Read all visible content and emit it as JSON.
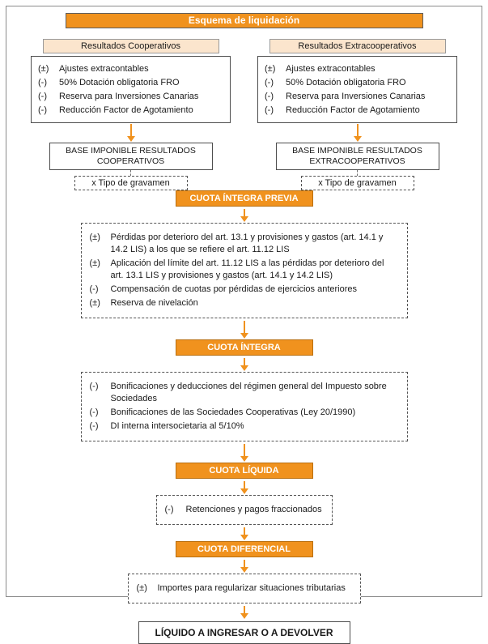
{
  "title": "Esquema de liquidación",
  "colors": {
    "accent_orange": "#F0921E",
    "header_peach": "#FBE5CD"
  },
  "columns": [
    {
      "header": "Resultados Cooperativos",
      "items": [
        {
          "sign": "(±)",
          "text": "Ajustes extracontables"
        },
        {
          "sign": "(-)",
          "text": "50% Dotación obligatoria FRO"
        },
        {
          "sign": "(-)",
          "text": "Reserva para Inversiones Canarias"
        },
        {
          "sign": "(-)",
          "text": "Reducción Factor de Agotamiento"
        }
      ],
      "base": "BASE IMPONIBLE RESULTADOS COOPERATIVOS",
      "rate": "x Tipo de gravamen"
    },
    {
      "header": "Resultados Extracooperativos",
      "items": [
        {
          "sign": "(±)",
          "text": "Ajustes extracontables"
        },
        {
          "sign": "(-)",
          "text": "50% Dotación obligatoria FRO"
        },
        {
          "sign": "(-)",
          "text": "Reserva para Inversiones Canarias"
        },
        {
          "sign": "(-)",
          "text": "Reducción Factor de Agotamiento"
        }
      ],
      "base": "BASE IMPONIBLE RESULTADOS EXTRACOOPERATIVOS",
      "rate": "x Tipo de gravamen"
    }
  ],
  "stages": [
    {
      "label": "CUOTA ÍNTEGRA PREVIA",
      "adjustments": [
        {
          "sign": "(±)",
          "text": "Pérdidas por deterioro del art. 13.1 y provisiones y gastos (art. 14.1 y 14.2 LIS) a los que se refiere el art. 11.12 LIS"
        },
        {
          "sign": "(±)",
          "text": "Aplicación del límite del art. 11.12 LIS a las pérdidas por deterioro del art. 13.1 LIS y provisiones y gastos (art. 14.1 y 14.2 LIS)"
        },
        {
          "sign": "(-)",
          "text": "Compensación de cuotas por pérdidas de ejercicios anteriores"
        },
        {
          "sign": "(±)",
          "text": "Reserva de nivelación"
        }
      ]
    },
    {
      "label": "CUOTA ÍNTEGRA",
      "adjustments": [
        {
          "sign": "(-)",
          "text": "Bonificaciones y deducciones del régimen general del Impuesto sobre Sociedades"
        },
        {
          "sign": "(-)",
          "text": "Bonificaciones de las Sociedades Cooperativas (Ley 20/1990)"
        },
        {
          "sign": "(-)",
          "text": "DI interna intersocietaria al 5/10%"
        }
      ]
    },
    {
      "label": "CUOTA LÍQUIDA",
      "adjustments": [
        {
          "sign": "(-)",
          "text": "Retenciones y pagos fraccionados"
        }
      ]
    },
    {
      "label": "CUOTA DIFERENCIAL",
      "adjustments": [
        {
          "sign": "(±)",
          "text": "Importes para regularizar situaciones tributarias"
        }
      ]
    }
  ],
  "final_result": "LÍQUIDO A INGRESAR O A DEVOLVER"
}
